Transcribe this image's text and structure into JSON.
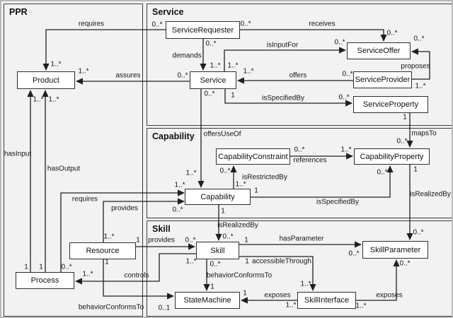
{
  "diagram": {
    "sections": [
      {
        "id": "ppr",
        "title": "PPR"
      },
      {
        "id": "service",
        "title": "Service"
      },
      {
        "id": "capability",
        "title": "Capability"
      },
      {
        "id": "skill",
        "title": "Skill"
      }
    ],
    "nodes": [
      {
        "id": "product",
        "label": "Product"
      },
      {
        "id": "process",
        "label": "Process"
      },
      {
        "id": "resource",
        "label": "Resource"
      },
      {
        "id": "service-requester",
        "label": "ServiceRequester"
      },
      {
        "id": "service-offer",
        "label": "ServiceOffer"
      },
      {
        "id": "service",
        "label": "Service"
      },
      {
        "id": "service-provider",
        "label": "ServiceProvider"
      },
      {
        "id": "service-property",
        "label": "ServiceProperty"
      },
      {
        "id": "capability-constraint",
        "label": "CapabilityConstraint"
      },
      {
        "id": "capability-property",
        "label": "CapabilityProperty"
      },
      {
        "id": "capability",
        "label": "Capability"
      },
      {
        "id": "skill",
        "label": "Skill"
      },
      {
        "id": "skill-parameter",
        "label": "SkillParameter"
      },
      {
        "id": "state-machine",
        "label": "StateMachine"
      },
      {
        "id": "skill-interface",
        "label": "SkillInterface"
      }
    ],
    "edges": [
      {
        "label": "requires",
        "from": "ServiceRequester",
        "to": "Product",
        "source_mult": "0..*",
        "target_mult": "1..*"
      },
      {
        "label": "receives",
        "from": "ServiceRequester",
        "to": "ServiceOffer",
        "source_mult": "0..*",
        "target_mult": "0..*"
      },
      {
        "label": "demands",
        "from": "ServiceRequester",
        "to": "Service",
        "source_mult": "0..*",
        "target_mult": "1..*"
      },
      {
        "label": "isInputFor",
        "from": "Service",
        "to": "ServiceOffer",
        "source_mult": "1..*",
        "target_mult": "0..*"
      },
      {
        "label": "offers",
        "from": "ServiceProvider",
        "to": "Service",
        "source_mult": "0..*",
        "target_mult": "1..*"
      },
      {
        "label": "proposes",
        "from": "ServiceProvider",
        "to": "ServiceOffer",
        "source_mult": "1..*",
        "target_mult": "0..*"
      },
      {
        "label": "assures",
        "from": "Service",
        "to": "Product",
        "source_mult": "0..*",
        "target_mult": "1..*"
      },
      {
        "label": "isSpecifiedBy",
        "from": "Service",
        "to": "ServiceProperty",
        "source_mult": "1",
        "target_mult": "0..*"
      },
      {
        "label": "offersUseOf",
        "from": "Service",
        "to": "Capability",
        "source_mult": "0..*",
        "target_mult": "1..*"
      },
      {
        "label": "mapsTo",
        "from": "ServiceProperty",
        "to": "CapabilityProperty",
        "source_mult": "1",
        "target_mult": "0..*"
      },
      {
        "label": "references",
        "from": "CapabilityConstraint",
        "to": "CapabilityProperty",
        "source_mult": "0..*",
        "target_mult": "1..*"
      },
      {
        "label": "isRestrictedBy",
        "from": "Capability",
        "to": "CapabilityConstraint",
        "source_mult": "1..*",
        "target_mult": "0..*"
      },
      {
        "label": "isSpecifiedBy",
        "from": "Capability",
        "to": "CapabilityProperty",
        "source_mult": "1",
        "target_mult": "0..*"
      },
      {
        "label": "isRealizedBy",
        "from": "CapabilityProperty",
        "to": "SkillParameter",
        "source_mult": "1",
        "target_mult": "0..*"
      },
      {
        "label": "requires",
        "from": "Process",
        "to": "Capability",
        "source_mult": "0..*",
        "target_mult": "1..*"
      },
      {
        "label": "provides",
        "from": "Resource",
        "to": "Capability",
        "source_mult": "1..*",
        "target_mult": "0..*"
      },
      {
        "label": "isRealizedBy",
        "from": "Capability",
        "to": "Skill",
        "source_mult": "1",
        "target_mult": "0..*"
      },
      {
        "label": "provides",
        "from": "Resource",
        "to": "Skill",
        "source_mult": "1",
        "target_mult": "0..*"
      },
      {
        "label": "hasParameter",
        "from": "Skill",
        "to": "SkillParameter",
        "source_mult": "1",
        "target_mult": "0..*"
      },
      {
        "label": "accessibleThrough",
        "from": "Skill",
        "to": "SkillInterface",
        "source_mult": "1",
        "target_mult": "1..*"
      },
      {
        "label": "behaviorConformsTo",
        "from": "Skill",
        "to": "StateMachine",
        "source_mult": "0..*",
        "target_mult": "1"
      },
      {
        "label": "controls",
        "from": "Skill",
        "to": "Process",
        "source_mult": "1..*",
        "target_mult": "1..*"
      },
      {
        "label": "behaviorConformsTo",
        "from": "Resource",
        "to": "StateMachine",
        "source_mult": "1",
        "target_mult": "0..1"
      },
      {
        "label": "exposes",
        "from": "SkillInterface",
        "to": "StateMachine",
        "source_mult": "1..*",
        "target_mult": "1"
      },
      {
        "label": "exposes",
        "from": "SkillInterface",
        "to": "SkillParameter",
        "source_mult": "1..*",
        "target_mult": "0..*"
      },
      {
        "label": "hasInput",
        "from": "Process",
        "to": "Product",
        "source_mult": "1",
        "target_mult": "1..*"
      },
      {
        "label": "hasOutput",
        "from": "Process",
        "to": "Product",
        "source_mult": "1",
        "target_mult": "1..*"
      }
    ]
  }
}
